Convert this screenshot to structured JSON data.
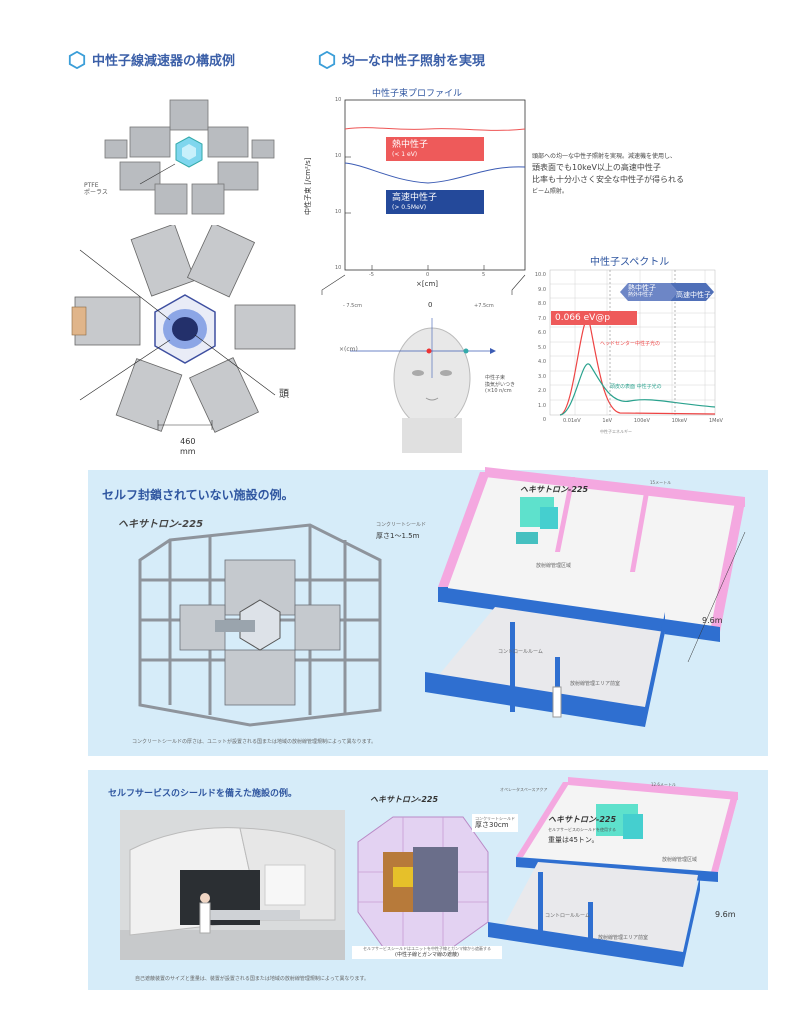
{
  "top_left": {
    "title": "中性子線減速器の構成例",
    "ptfe_label_1": "PTFE",
    "ptfe_label_2": "ポーラス",
    "head_label": "頭",
    "dimension": "460",
    "dimension_unit": "mm"
  },
  "top_right": {
    "title": "均一な中性子照射を実現",
    "profile_title": "中性子束プロファイル",
    "profile_ylabel": "中性子束 [/cm²/s]",
    "profile_xlabel": "×[cm]",
    "profile_yticks": [
      "10",
      "10",
      "10",
      "10"
    ],
    "profile_xticks": [
      "-5",
      "0",
      "5"
    ],
    "thermal_label": "熱中性子",
    "thermal_sub": "(< 1 eV)",
    "fast_label": "高速中性子",
    "fast_sub": "(> 0.5MeV)",
    "desc_line1": "頭部への均一な中性子照射を実現。減速機を使用し、",
    "desc_line2": "頭表面でも10keV以上の高速中性子",
    "desc_line3": "比率も十分小さく安全な中性子が得られる",
    "desc_line4": "ビーム照射。",
    "pos_left": "- 7.5cm",
    "pos_center": "0",
    "pos_right": "+7.5cm",
    "x_axis_label": "×(cm)",
    "spectrum_title": "中性子スペクトル",
    "spectrum_peak": "0.066 eV@p",
    "spectrum_thermal_1": "熱中性子",
    "spectrum_thermal_2": "熱外中性子",
    "spectrum_fast": "高速中性子",
    "spectrum_curve1_note": "ヘッドセンター中性子光の",
    "spectrum_curve2_note": "頭皮の表面 中性子光の",
    "spectrum_ylabel_1": "中性子束",
    "spectrum_ylabel_2": "換気がいつき",
    "spectrum_ylabel_3": "(×10 n/cm",
    "spectrum_yticks": [
      "10.0",
      "9.0",
      "8.0",
      "7.0",
      "6.0",
      "5.0",
      "4.0",
      "3.0",
      "2.0",
      "1.0",
      "0"
    ],
    "spectrum_xticks": [
      "0.01eV",
      "1eV",
      "100eV",
      "10keV",
      "1MeV"
    ],
    "spectrum_xlabel": "中性子エネルギー"
  },
  "middle": {
    "title": "セルフ封鎖されていない施設の例。",
    "device_name": "ヘキサトロン-225",
    "concrete_label": "コンクリートシールド",
    "concrete_thickness": "厚さ1〜1.5m",
    "room_device_name": "ヘキサトロン-225",
    "room_zone1": "放射線管理区域",
    "room_control": "コントロールルーム",
    "room_zone2": "放射線管理エリア前室",
    "width_label": "15メートル",
    "depth_label": "9.6m",
    "footnote": "コンクリートシールドの厚さは、ユニットが設置される国または地域の放射線管理規制によって異なります。"
  },
  "bottom": {
    "title": "セルフサービスのシールドを備えた施設の例。",
    "device_name": "ヘキサトロン-225",
    "shield_caption_1": "セルフサービスシールドはユニットを中性子線とガンマ線から遮蔽する",
    "shield_caption_2": "(中性子線とガンマ線の遮蔽)",
    "concrete_label": "コンクリートシールド",
    "concrete_thickness": "厚さ30cm",
    "room_device_name": "ヘキサトロン-225",
    "self_shield_note": "セルフサービスのシールドを使用する",
    "weight": "重量は45トン。",
    "room_zone1": "放射線管理区域",
    "room_control": "コントロールルーム",
    "room_zone2": "放射線管理エリア前室",
    "entrance": "オペレータスペースアクア",
    "width_label": "12.6メートル",
    "depth_label": "9.6m",
    "footnote": "自己遮蔽装置のサイズと重量は、装置が設置される国または地域の放射線管理規制によって異なります。"
  }
}
